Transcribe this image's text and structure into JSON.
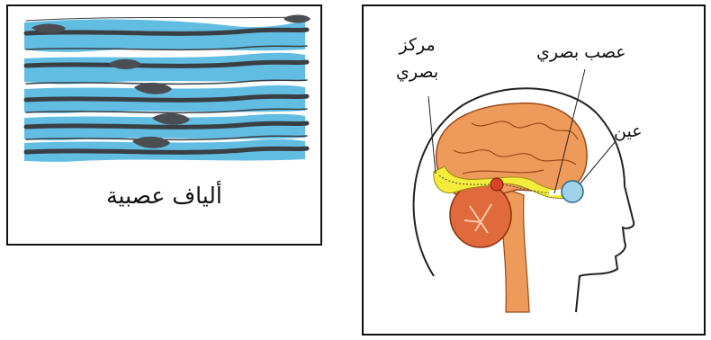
{
  "left_figure": {
    "caption": "ألياف عصبية"
  },
  "right_figure": {
    "labels": {
      "visual_center_line1": "مركز",
      "visual_center_line2": "بصري",
      "optic_nerve": "عصب بصري",
      "eye": "عين"
    }
  },
  "colors": {
    "fiber_blue": "#62bde3",
    "fiber_dark": "#3a3f44",
    "brain_orange": "#ee9a5a",
    "cerebellum": "#e06a3c",
    "optic_yellow": "#f3ec3a",
    "eye_blue": "#9fd3ea",
    "chiasm_red": "#d9432a"
  }
}
